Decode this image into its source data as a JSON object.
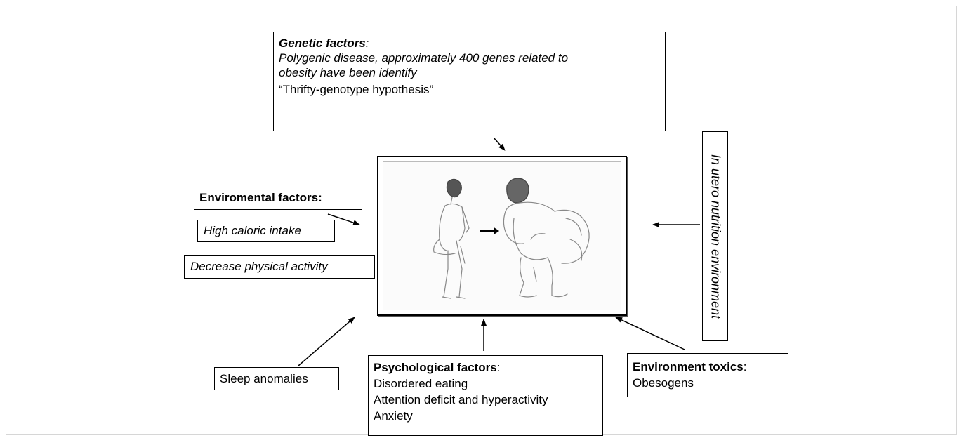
{
  "genetic": {
    "title": "Genetic factors",
    "title_suffix": ":",
    "line1": "Polygenic disease, approximately 400 genes related to",
    "line2": "obesity  have been identify",
    "line3": "“Thrifty-genotype hypothesis”"
  },
  "environmental": {
    "title": "Enviromental factors:",
    "item1": "High caloric intake",
    "item2": "Decrease physical activity"
  },
  "sleep": "Sleep anomalies",
  "psychological": {
    "title": "Psychological factors",
    "title_suffix": ":",
    "items": [
      "Disordered eating",
      "Attention deficit and hyperactivity",
      "Anxiety"
    ]
  },
  "toxics": {
    "title": "Environment toxics",
    "title_suffix": ":",
    "item": "Obesogens"
  },
  "utero": "In utero nutrition environment"
}
